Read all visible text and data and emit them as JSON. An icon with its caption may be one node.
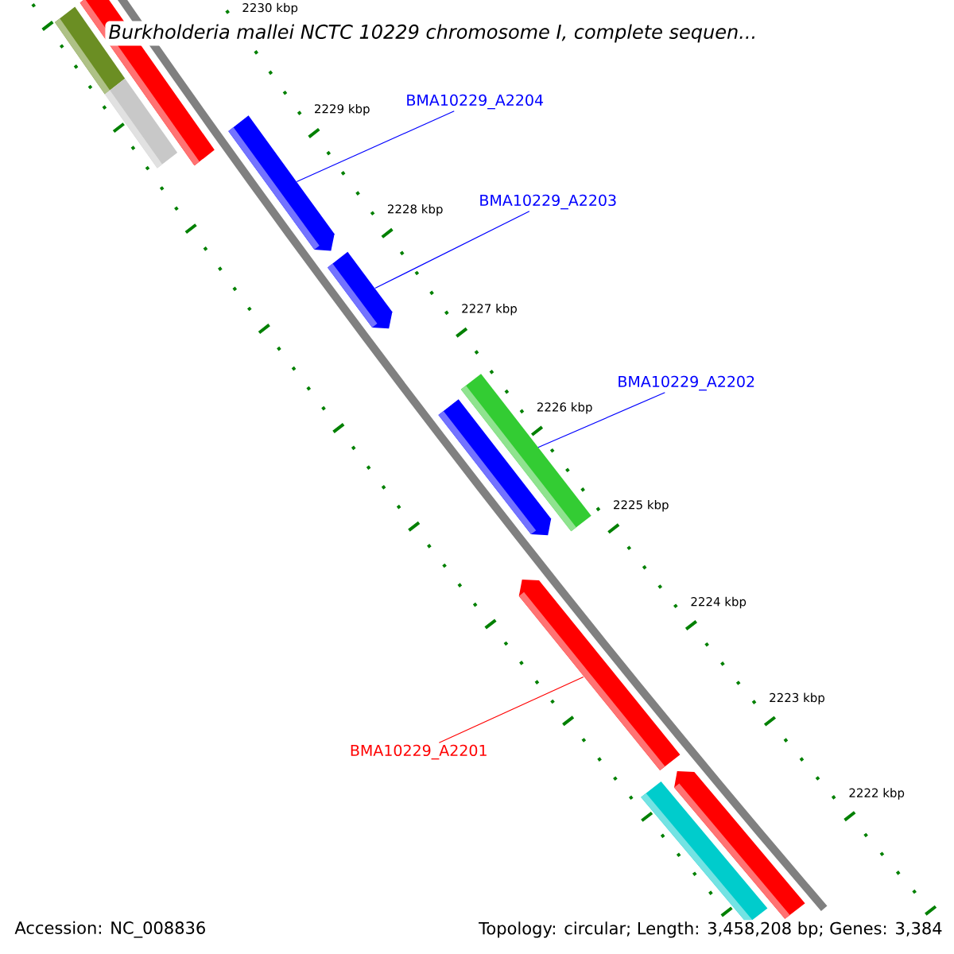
{
  "diagram": {
    "title": "Burkholderia mallei NCTC 10229 chromosome I, complete sequen...",
    "nodes": [
      {
        "text": [],
        "shape": "bar"
      },
      {
        "text": [],
        "shape": "bar"
      },
      {
        "text": [],
        "shape": "bar"
      },
      {
        "text": [
          "BMA10229_A2204"
        ]
      },
      {
        "text": [],
        "shape": "bar"
      },
      {
        "text": [
          "BMA10229_A2203"
        ]
      },
      {
        "text": [],
        "shape": "bar"
      },
      {
        "text": [
          "BMA10229_A2202"
        ]
      },
      {
        "text": [],
        "shape": "bar"
      },
      {
        "text": [],
        "shape": "bar"
      },
      {
        "text": [],
        "shape": "bar"
      },
      {
        "text": [
          "BMA10229_A2201"
        ]
      },
      {
        "text": [],
        "shape": "bar"
      },
      {
        "text": [],
        "shape": "bar"
      }
    ],
    "edges": [
      {
        "from": 3,
        "to": 4,
        "arrow": "none"
      },
      {
        "from": 5,
        "to": 6,
        "arrow": "none"
      },
      {
        "from": 7,
        "to": 8,
        "arrow": "none"
      },
      {
        "from": 11,
        "to": 10,
        "arrow": "none",
        "color": "#ff0000"
      }
    ],
    "labels": [
      "2230 kbp",
      "2229 kbp",
      "2228 kbp",
      "2227 kbp",
      "2226 kbp",
      "2225 kbp",
      "2224 kbp",
      "2223 kbp",
      "2222 kbp",
      "Accession: NC_008836",
      "Topology: circular; Length: 3,458,208 bp; Genes: 3,384"
    ]
  }
}
